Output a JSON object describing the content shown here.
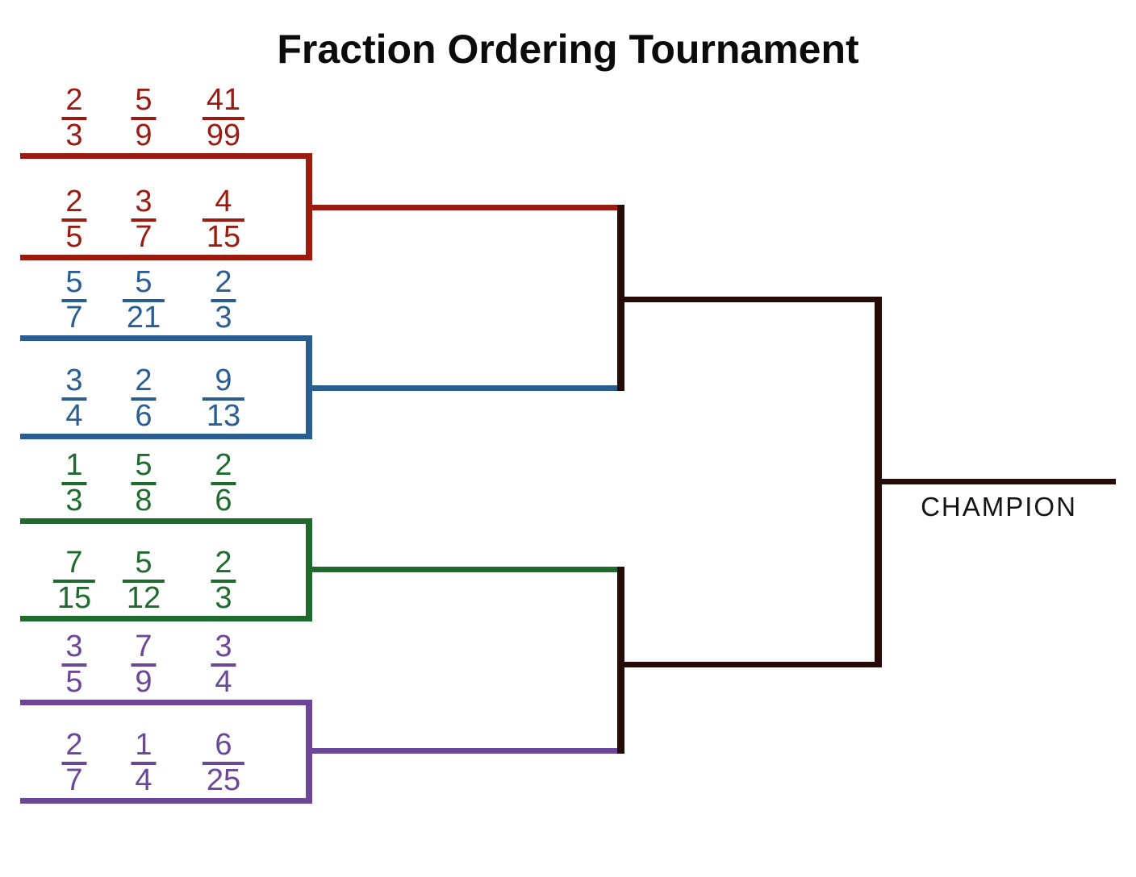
{
  "title": "Fraction Ordering Tournament",
  "colors": {
    "red": "#9B1B10",
    "blue": "#2A5E93",
    "green": "#1E6B2D",
    "purple": "#6C4699",
    "dark": "#260A06",
    "text": "#0B0B0B"
  },
  "bracket": {
    "champion_label": "CHAMPION",
    "slots": [
      {
        "color": "red",
        "fractions": [
          {
            "num": "2",
            "den": "3"
          },
          {
            "num": "5",
            "den": "9"
          },
          {
            "num": "41",
            "den": "99"
          }
        ]
      },
      {
        "color": "red",
        "fractions": [
          {
            "num": "2",
            "den": "5"
          },
          {
            "num": "3",
            "den": "7"
          },
          {
            "num": "4",
            "den": "15"
          }
        ]
      },
      {
        "color": "blue",
        "fractions": [
          {
            "num": "5",
            "den": "7"
          },
          {
            "num": "5",
            "den": "21"
          },
          {
            "num": "2",
            "den": "3"
          }
        ]
      },
      {
        "color": "blue",
        "fractions": [
          {
            "num": "3",
            "den": "4"
          },
          {
            "num": "2",
            "den": "6"
          },
          {
            "num": "9",
            "den": "13"
          }
        ]
      },
      {
        "color": "green",
        "fractions": [
          {
            "num": "1",
            "den": "3"
          },
          {
            "num": "5",
            "den": "8"
          },
          {
            "num": "2",
            "den": "6"
          }
        ]
      },
      {
        "color": "green",
        "fractions": [
          {
            "num": "7",
            "den": "15"
          },
          {
            "num": "5",
            "den": "12"
          },
          {
            "num": "2",
            "den": "3"
          }
        ]
      },
      {
        "color": "purple",
        "fractions": [
          {
            "num": "3",
            "den": "5"
          },
          {
            "num": "7",
            "den": "9"
          },
          {
            "num": "3",
            "den": "4"
          }
        ]
      },
      {
        "color": "purple",
        "fractions": [
          {
            "num": "2",
            "den": "7"
          },
          {
            "num": "1",
            "den": "4"
          },
          {
            "num": "6",
            "den": "25"
          }
        ]
      }
    ]
  }
}
